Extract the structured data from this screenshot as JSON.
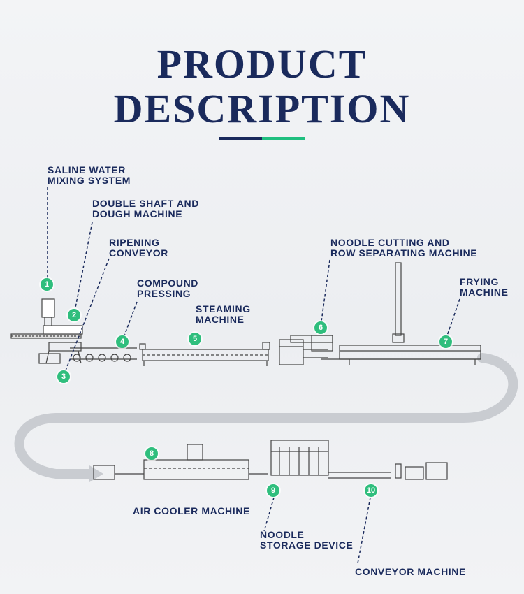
{
  "header": {
    "title_line1": "PRODUCT",
    "title_line2": "DESCRIPTION",
    "accent_colors": [
      "#1a2a5c",
      "#1fbf7f"
    ]
  },
  "stations": [
    {
      "number": "1",
      "label_line1": "SALINE WATER",
      "label_line2": "MIXING SYSTEM"
    },
    {
      "number": "2",
      "label_line1": "DOUBLE SHAFT AND",
      "label_line2": "DOUGH MACHINE"
    },
    {
      "number": "3",
      "label_line1": "RIPENING",
      "label_line2": "CONVEYOR"
    },
    {
      "number": "4",
      "label_line1": "COMPOUND",
      "label_line2": "PRESSING"
    },
    {
      "number": "5",
      "label_line1": "STEAMING",
      "label_line2": "MACHINE"
    },
    {
      "number": "6",
      "label_line1": "NOODLE CUTTING AND",
      "label_line2": "ROW SEPARATING MACHINE"
    },
    {
      "number": "7",
      "label_line1": "FRYING",
      "label_line2": "MACHINE"
    },
    {
      "number": "8",
      "label_line1": "AIR COOLER MACHINE",
      "label_line2": ""
    },
    {
      "number": "9",
      "label_line1": "NOODLE",
      "label_line2": "STORAGE DEVICE"
    },
    {
      "number": "10",
      "label_line1": "CONVEYOR MACHINE",
      "label_line2": ""
    }
  ],
  "colors": {
    "label_text": "#1a2a5c",
    "badge": "#2fbe7d",
    "flow_arrow": "#c9ccd1",
    "machine_line": "#444444"
  }
}
